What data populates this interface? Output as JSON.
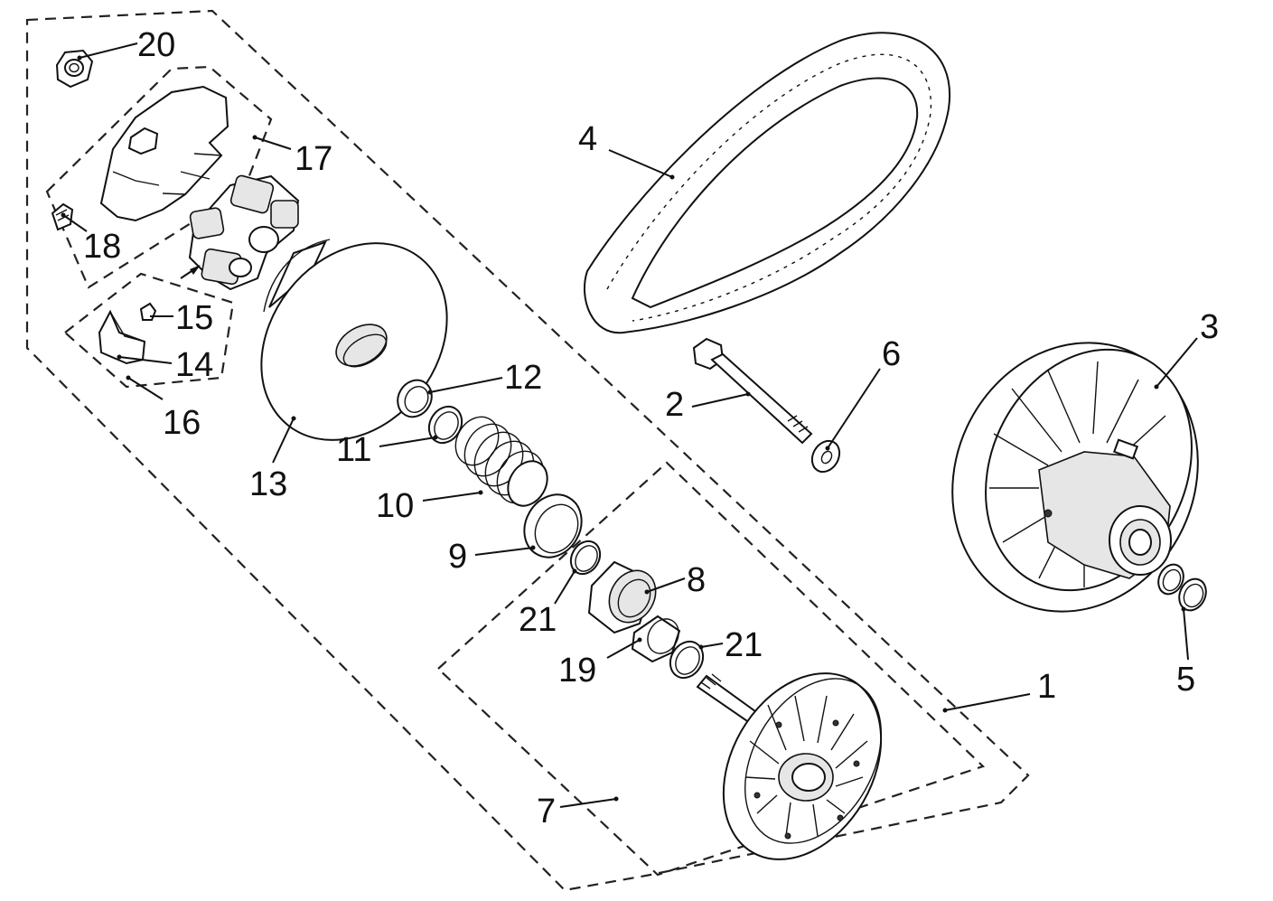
{
  "callouts": [
    {
      "id": "1",
      "text": "1"
    },
    {
      "id": "2",
      "text": "2"
    },
    {
      "id": "3",
      "text": "3"
    },
    {
      "id": "4",
      "text": "4"
    },
    {
      "id": "5",
      "text": "5"
    },
    {
      "id": "6",
      "text": "6"
    },
    {
      "id": "7",
      "text": "7"
    },
    {
      "id": "8",
      "text": "8"
    },
    {
      "id": "9",
      "text": "9"
    },
    {
      "id": "10",
      "text": "10"
    },
    {
      "id": "11",
      "text": "11"
    },
    {
      "id": "12",
      "text": "12"
    },
    {
      "id": "13",
      "text": "13"
    },
    {
      "id": "14",
      "text": "14"
    },
    {
      "id": "15",
      "text": "15"
    },
    {
      "id": "16",
      "text": "16"
    },
    {
      "id": "17",
      "text": "17"
    },
    {
      "id": "18",
      "text": "18"
    },
    {
      "id": "19",
      "text": "19"
    },
    {
      "id": "20",
      "text": "20"
    },
    {
      "id": "21a",
      "text": "21"
    },
    {
      "id": "21b",
      "text": "21"
    }
  ],
  "colors": {
    "ink": "#111111",
    "background": "#ffffff"
  }
}
